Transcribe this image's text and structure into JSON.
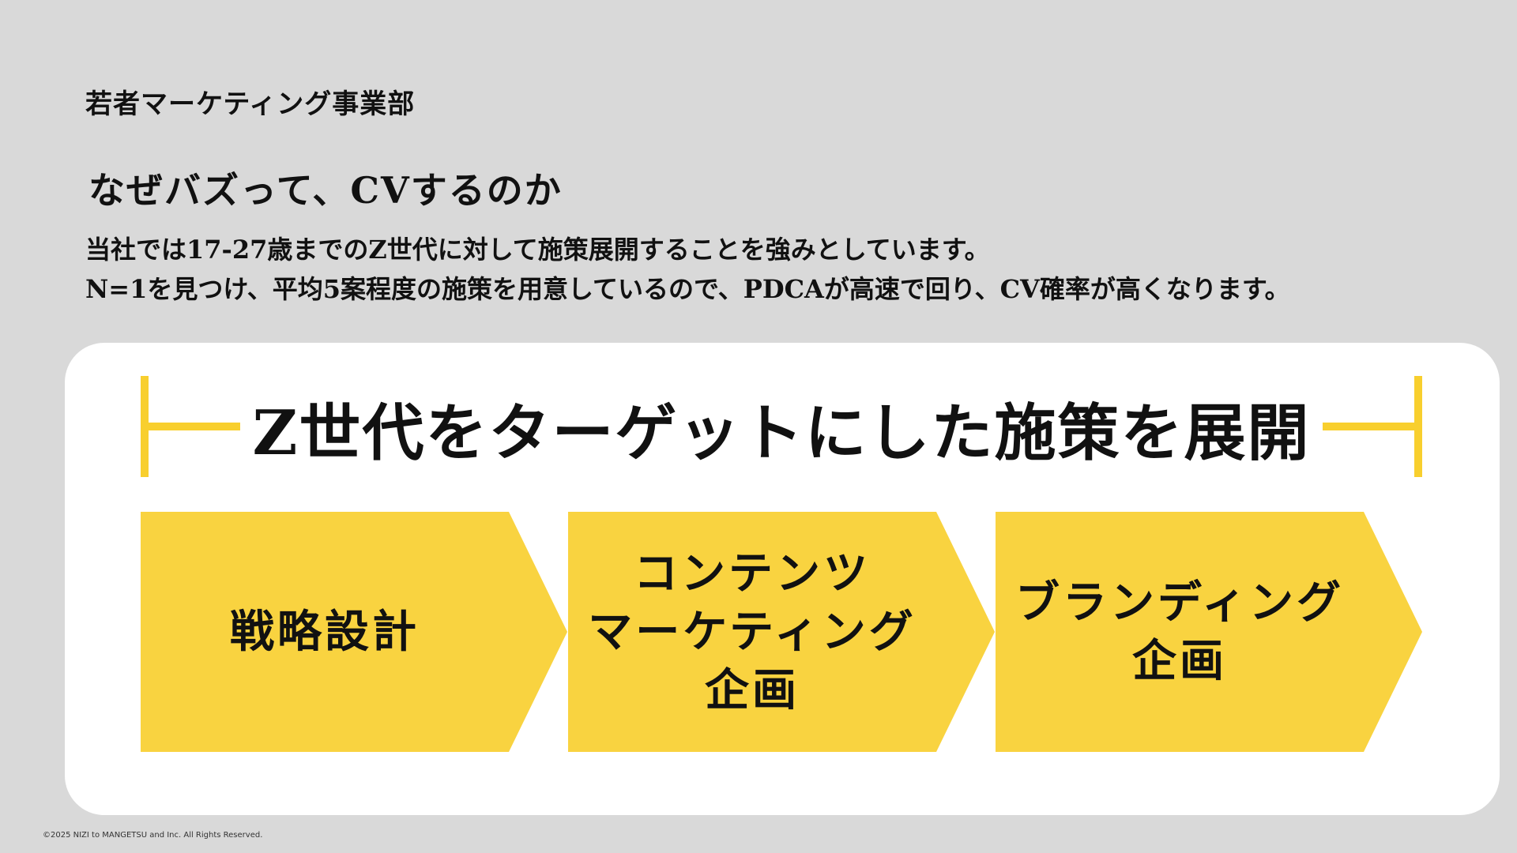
{
  "header": {
    "department": "若者マーケティング事業部",
    "title": "なぜバズって、CVするのか",
    "description": [
      "当社では17-27歳までのZ世代に対して施策展開することを強みとしています。",
      "N=1を見つけ、平均5案程度の施策を用意しているので、PDCAが高速で回り、CV確率が高くなります。"
    ]
  },
  "card": {
    "banner": "Z世代をターゲットにした施策を展開",
    "steps": [
      {
        "lines": [
          "戦略設計"
        ]
      },
      {
        "lines": [
          "コンテンツ",
          "マーケティング",
          "企画"
        ]
      },
      {
        "lines": [
          "ブランディング",
          "企画"
        ]
      }
    ]
  },
  "footer": {
    "copyright": "©2025 NIZI to MANGETSU and Inc. All Rights Reserved."
  },
  "colors": {
    "background": "#d9d9d9",
    "card": "#ffffff",
    "accent": "#f9d340"
  }
}
